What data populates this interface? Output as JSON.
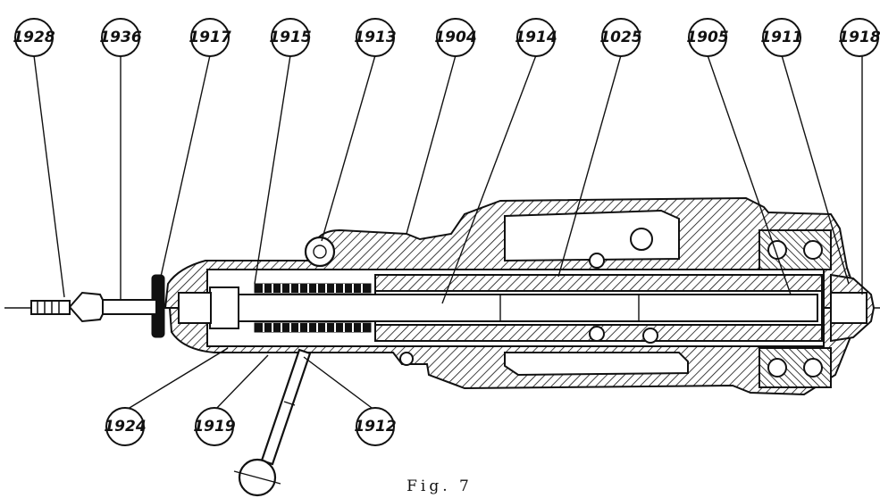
{
  "caption": "Fig. 7",
  "callouts": [
    {
      "id": "c1928",
      "label": "1928"
    },
    {
      "id": "c1936",
      "label": "1936"
    },
    {
      "id": "c1917",
      "label": "1917"
    },
    {
      "id": "c1915",
      "label": "1915"
    },
    {
      "id": "c1913",
      "label": "1913"
    },
    {
      "id": "c1904",
      "label": "1904"
    },
    {
      "id": "c1914",
      "label": "1914"
    },
    {
      "id": "c1025",
      "label": "1025"
    },
    {
      "id": "c1905",
      "label": "1905"
    },
    {
      "id": "c1911",
      "label": "1911"
    },
    {
      "id": "c1918",
      "label": "1918"
    },
    {
      "id": "c1924",
      "label": "1924"
    },
    {
      "id": "c1919",
      "label": "1919"
    },
    {
      "id": "c1912",
      "label": "1912"
    }
  ]
}
